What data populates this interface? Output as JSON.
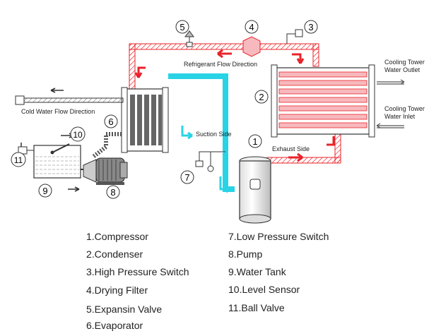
{
  "labels": {
    "refrigerant_flow": "Refrigerant Flow Direction",
    "cold_water_flow": "Cold Water Flow Direction",
    "suction_side": "Suction Side",
    "exhaust_side": "Exhaust Side",
    "cooling_tower_outlet_1": "Cooling Tower",
    "cooling_tower_outlet_2": "Water Outlet",
    "cooling_tower_inlet_1": "Cooling Tower",
    "cooling_tower_inlet_2": "Water Inlet"
  },
  "callouts": {
    "compressor": "1",
    "condenser": "2",
    "high_pressure_switch": "3",
    "drying_filter": "4",
    "expansion_valve": "5",
    "evaporator": "6",
    "low_pressure_switch": "7",
    "pump": "8",
    "water_tank": "9",
    "level_sensor": "10",
    "ball_valve": "11"
  },
  "legend": {
    "left": [
      "1.Compressor",
      "2.Condenser",
      "3.High Pressure Switch",
      "4.Drying Filter",
      "5.Expansin Valve",
      "6.Evaporator"
    ],
    "right": [
      "7.Low Pressure Switch",
      "8.Pump",
      "9.Water Tank",
      "10.Level Sensor",
      "11.Ball Valve"
    ]
  },
  "colors": {
    "refrigerant_hot": "#e8232a",
    "refrigerant_hot_fill": "#f7b9bd",
    "suction_line": "#29d3e6",
    "outline": "#333333",
    "hatch": "#666666"
  }
}
